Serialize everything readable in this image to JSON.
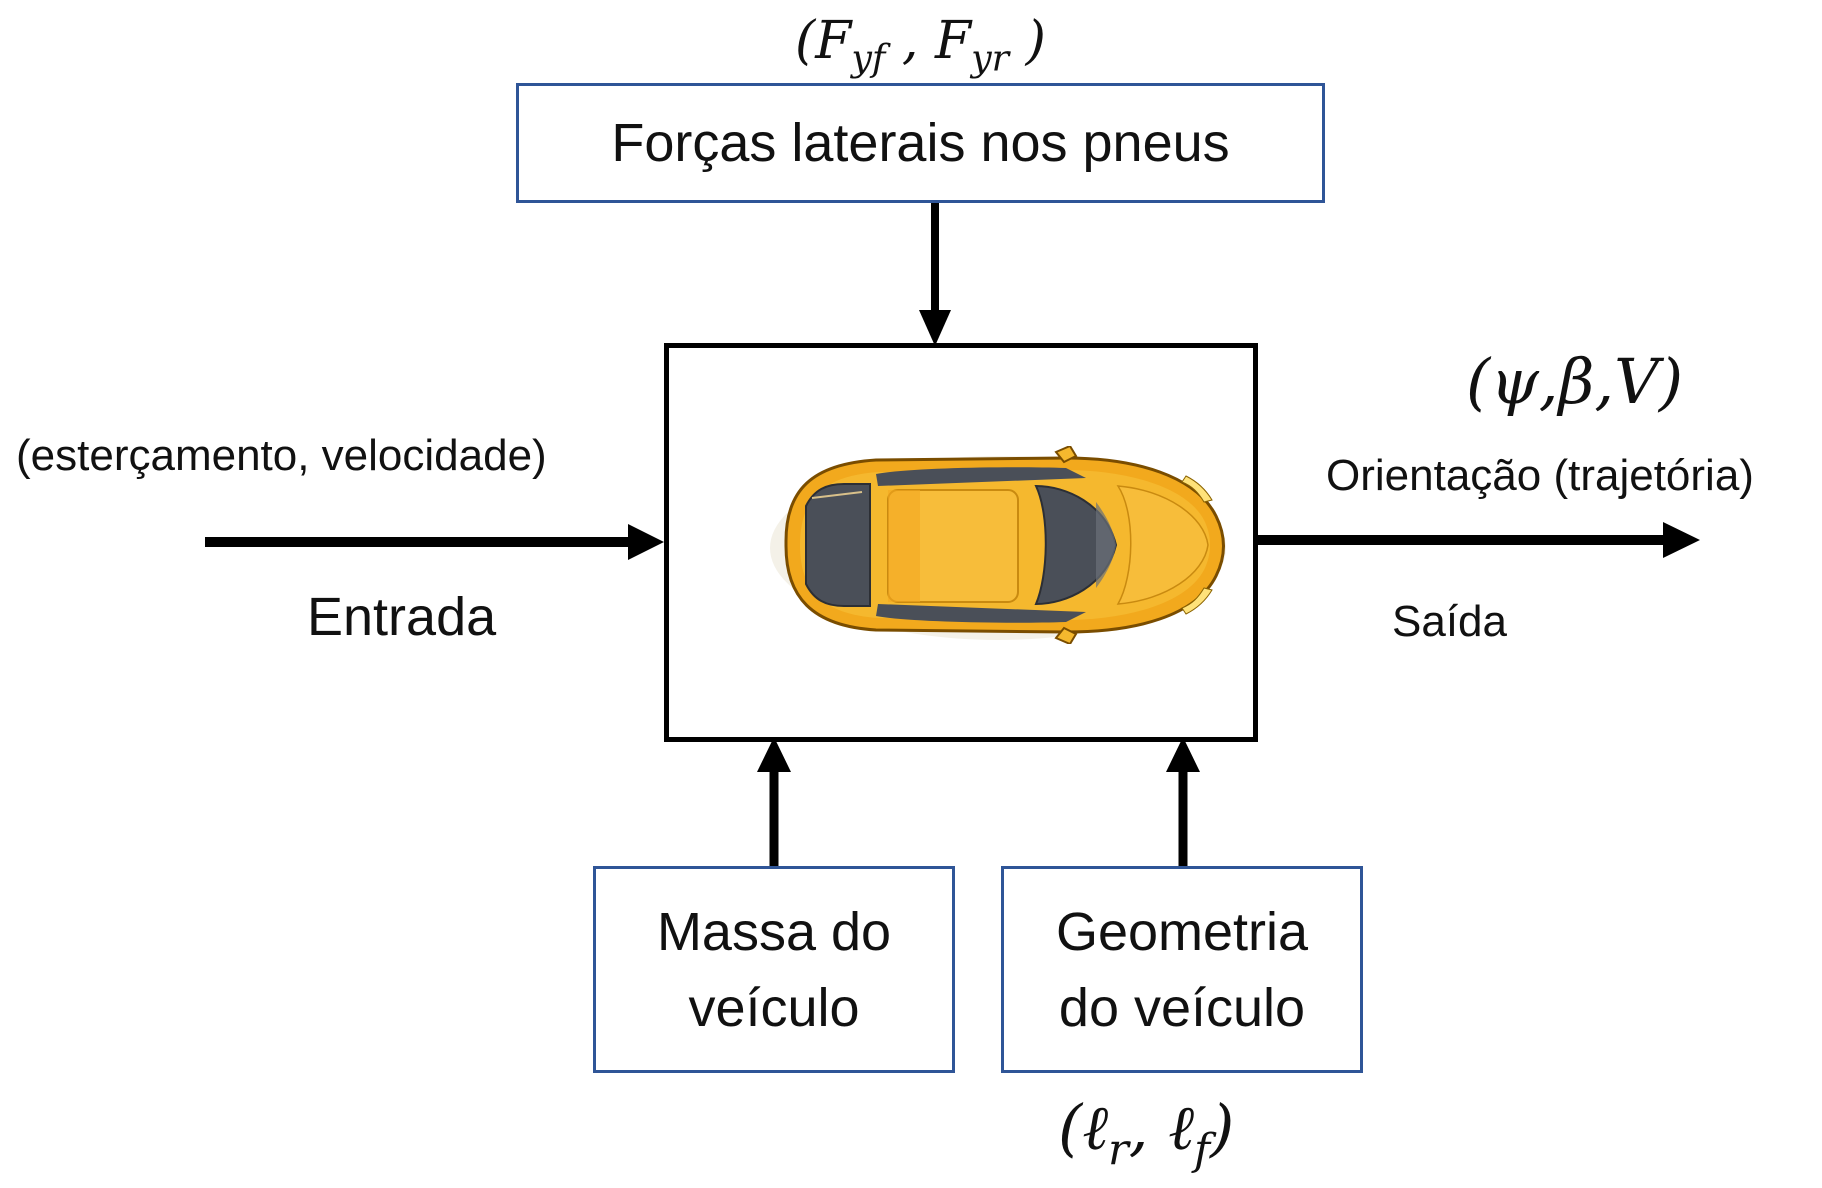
{
  "top_forces_math": "(F",
  "top_forces_sub1": "yf",
  "top_forces_mid": " , F",
  "top_forces_sub2": "yr",
  "top_forces_end": " )",
  "tire_forces_box": "Forças laterais nos pneus",
  "input_params": "(esterçamento,  velocidade)",
  "input_label": "Entrada",
  "output_math": "(ψ,β,V)",
  "output_desc": "Orientação (trajetória)",
  "output_label": "Saída",
  "mass_box_line1": "Massa do",
  "mass_box_line2": "veículo",
  "geometry_box_line1": "Geometria",
  "geometry_box_line2": "do veículo",
  "geometry_math_open": "(ℓ",
  "geometry_math_sub1": "r",
  "geometry_math_mid": ", ℓ",
  "geometry_math_sub2": "f",
  "geometry_math_close": ")",
  "colors": {
    "box_border": "#2f5597",
    "main_border": "#000000",
    "car_body": "#f5b82e",
    "car_glass": "#4a4f58"
  },
  "icons": {
    "vehicle": "car-top-view-icon"
  }
}
